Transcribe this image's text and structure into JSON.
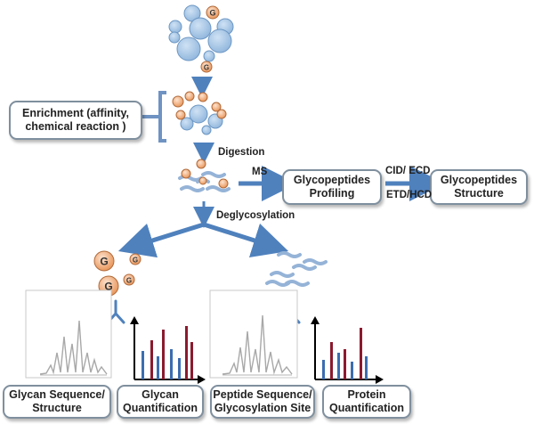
{
  "colors": {
    "bubble_fill": "#a8c8e8",
    "bubble_stroke": "#6c97c4",
    "glycan_fill": "#f4b98d",
    "glycan_stroke": "#b06a3a",
    "arrow": "#4f81bd",
    "peptide": "#95b3d7",
    "bar_red": "#8b1a2e",
    "bar_blue": "#3c6db0",
    "spectrum_line": "#a0a0a0"
  },
  "glycan_letter": "G",
  "boxes": {
    "enrichment": {
      "line1": "Enrichment (affinity,",
      "line2": "chemical reaction  )"
    },
    "profiling": {
      "line1": "Glycopeptides",
      "line2": "Profiling"
    },
    "structure": {
      "line1": "Glycopeptides",
      "line2": "Structure"
    },
    "glycan_seq": {
      "line1": "Glycan Sequence/",
      "line2": "Structure"
    },
    "glycan_quant": {
      "line1": "Glycan",
      "line2": "Quantification"
    },
    "peptide_seq": {
      "line1": "Peptide Sequence/",
      "line2": "Glycosylation Site"
    },
    "protein_quant": {
      "line1": "Protein",
      "line2": "Quantification"
    }
  },
  "labels": {
    "digestion": "Digestion",
    "ms": "MS",
    "cid_ecd": "CID/ ECD",
    "etd_hcd": "ETD/HCD",
    "deglycosylation": "Deglycosylation"
  }
}
